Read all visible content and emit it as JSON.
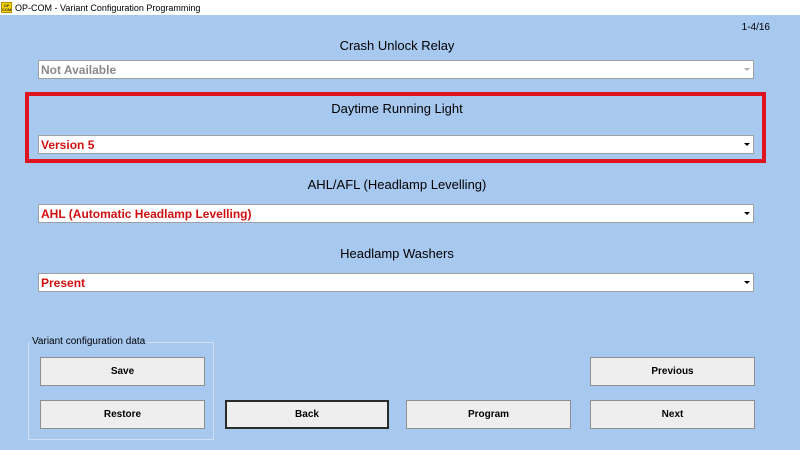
{
  "window": {
    "icon_text": "OP COM",
    "title": "OP-COM - Variant Configuration Programming"
  },
  "page_counter": "1-4/16",
  "sections": [
    {
      "label": "Crash Unlock Relay",
      "value": "Not Available",
      "enabled": false
    },
    {
      "label": "Daytime Running Light",
      "value": "Version 5",
      "enabled": true,
      "highlighted": true
    },
    {
      "label": "AHL/AFL (Headlamp Levelling)",
      "value": "AHL (Automatic Headlamp Levelling)",
      "enabled": true
    },
    {
      "label": "Headlamp Washers",
      "value": "Present",
      "enabled": true
    }
  ],
  "variant_group": {
    "label": "Variant configuration data",
    "save_label": "Save",
    "restore_label": "Restore"
  },
  "buttons": {
    "back": "Back",
    "program": "Program",
    "previous": "Previous",
    "next": "Next"
  },
  "colors": {
    "background": "#a7c8ef",
    "value_text": "#d01010",
    "disabled_text": "#8a8a8a",
    "highlight_border": "#e0141e"
  }
}
